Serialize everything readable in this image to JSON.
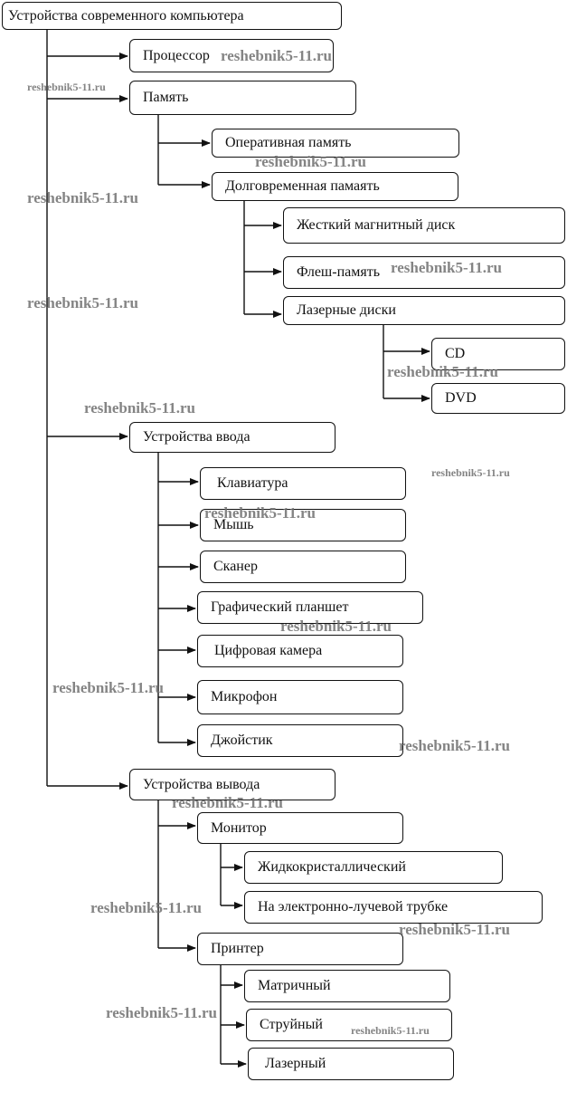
{
  "diagram": {
    "root": "Устройства современного компьютера",
    "processor": "Процессор",
    "memory": {
      "label": "Память",
      "ram": "Оперативная память",
      "storage": {
        "label": "Долговременная памаять",
        "hdd": "Жесткий магнитный диск",
        "flash": "Флеш-память",
        "optical": {
          "label": "Лазерные диски",
          "cd": "CD",
          "dvd": "DVD"
        }
      }
    },
    "input": {
      "label": "Устройства ввода",
      "items": [
        "Клавиатура",
        "Мышь",
        "Сканер",
        "Графический планшет",
        "Цифровая камера",
        "Микрофон",
        "Джойстик"
      ]
    },
    "output": {
      "label": "Устройства вывода",
      "monitor": {
        "label": "Монитор",
        "items": [
          "Жидкокристаллический",
          "На электронно-лучевой трубке"
        ]
      },
      "printer": {
        "label": "Принтер",
        "items": [
          "Матричный",
          "Струйный",
          "Лазерный"
        ]
      }
    }
  },
  "watermark": "reshebnik5-11.ru"
}
